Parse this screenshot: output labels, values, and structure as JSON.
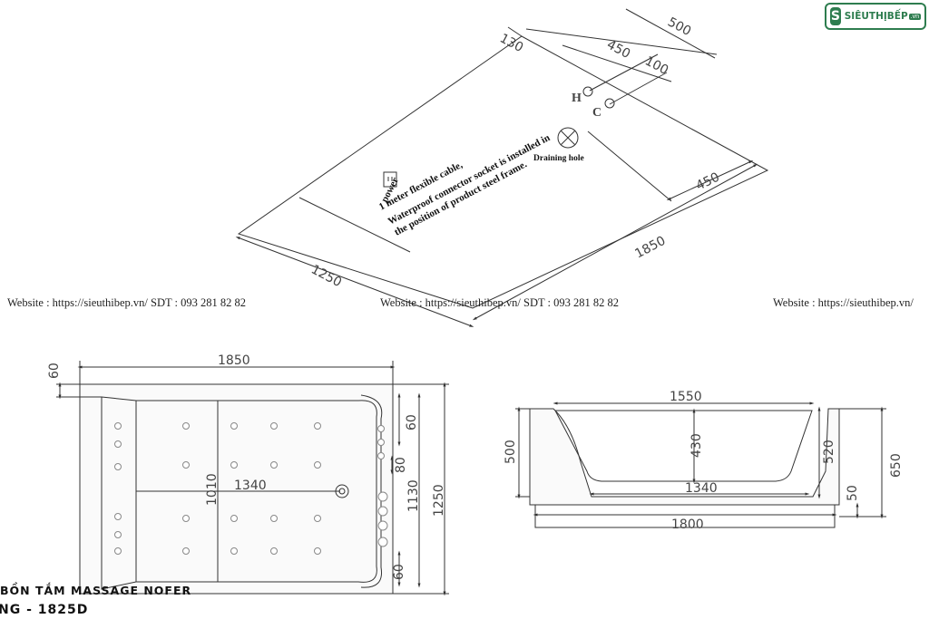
{
  "logo": {
    "badge": "S",
    "brand": "SIÊUTHỊBẾP",
    "tld": ".vn"
  },
  "watermarks": [
    "Website : https://sieuthibep.vn/    SDT : 093 281 82 82",
    "Website : https://sieuthibep.vn/ SDT : 093 281 82 82",
    "Website : https://sieuthibep.vn/"
  ],
  "title": {
    "line1": "BỒN TẮM MASSAGE NOFER",
    "line2": "NG - 1825D"
  },
  "iso_view": {
    "dims": {
      "d130": "130",
      "d500": "500",
      "d450_top": "450",
      "d100": "100",
      "d450_side": "450",
      "d1850": "1850",
      "d1250": "1250"
    },
    "labels": {
      "hot": "H",
      "cold": "C",
      "drain": "Draining hole"
    },
    "note_lines": [
      "power",
      "1 meter flexible cable,",
      "Waterproof connector socket is installed in",
      "the position of product steel frame."
    ]
  },
  "plan_view": {
    "dims": {
      "d1850": "1850",
      "d60_left": "60",
      "d1340": "1340",
      "d1010": "1010",
      "d60_top": "60",
      "d80": "80",
      "d1130": "1130",
      "d1250": "1250",
      "d60_bottom": "60"
    }
  },
  "side_view": {
    "dims": {
      "d1550": "1550",
      "d430": "430",
      "d500": "500",
      "d1340": "1340",
      "d1800": "1800",
      "d520": "520",
      "d650": "650",
      "d50": "50"
    }
  }
}
